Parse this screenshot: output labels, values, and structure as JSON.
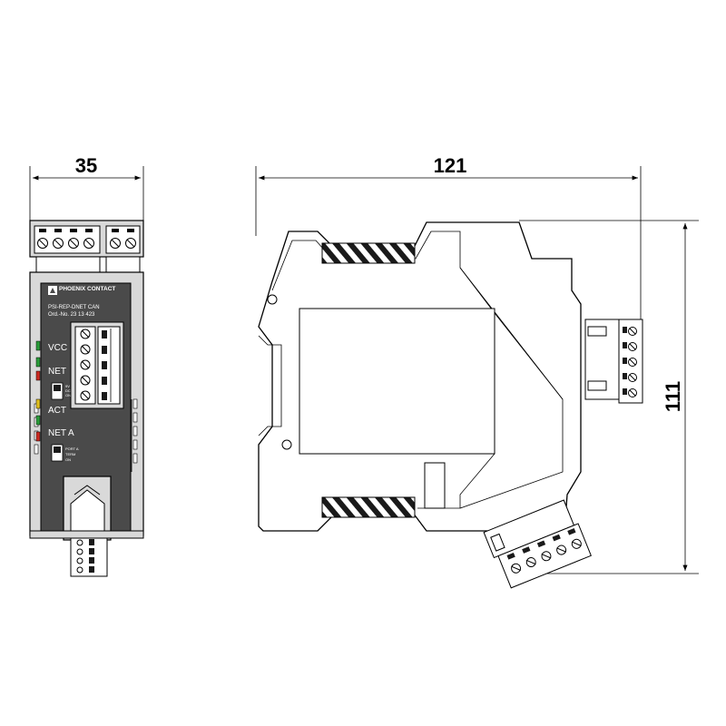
{
  "dimensions": {
    "width_front": "35",
    "depth_side": "121",
    "height_side": "111"
  },
  "front_panel": {
    "brand": "PHOENIX CONTACT",
    "model": "PSI-REP-DNET CAN",
    "order_no": "Ord.-No. 23 13 423",
    "leds": [
      {
        "label": "VCC",
        "color": "#2a9d3a"
      },
      {
        "label": "NET",
        "color": "#2a9d3a"
      },
      {
        "label": "",
        "color": "#cc2a22"
      },
      {
        "label": "ACT",
        "color": "#e0c020"
      },
      {
        "label": "NET  A",
        "color": "#2a9d3a"
      },
      {
        "label": "",
        "color": "#cc2a22"
      }
    ],
    "switch1_labels": [
      "9V",
      "DC",
      "ON"
    ],
    "switch2_labels": [
      "PORT A",
      "TERM",
      "ON"
    ]
  },
  "colors": {
    "housing_dark": "#4a4a4a",
    "housing_light": "#d9d9d9",
    "label_strip": "#555555",
    "led_green": "#2a9d3a",
    "led_red": "#cc2a22",
    "led_yellow": "#e0c020"
  }
}
